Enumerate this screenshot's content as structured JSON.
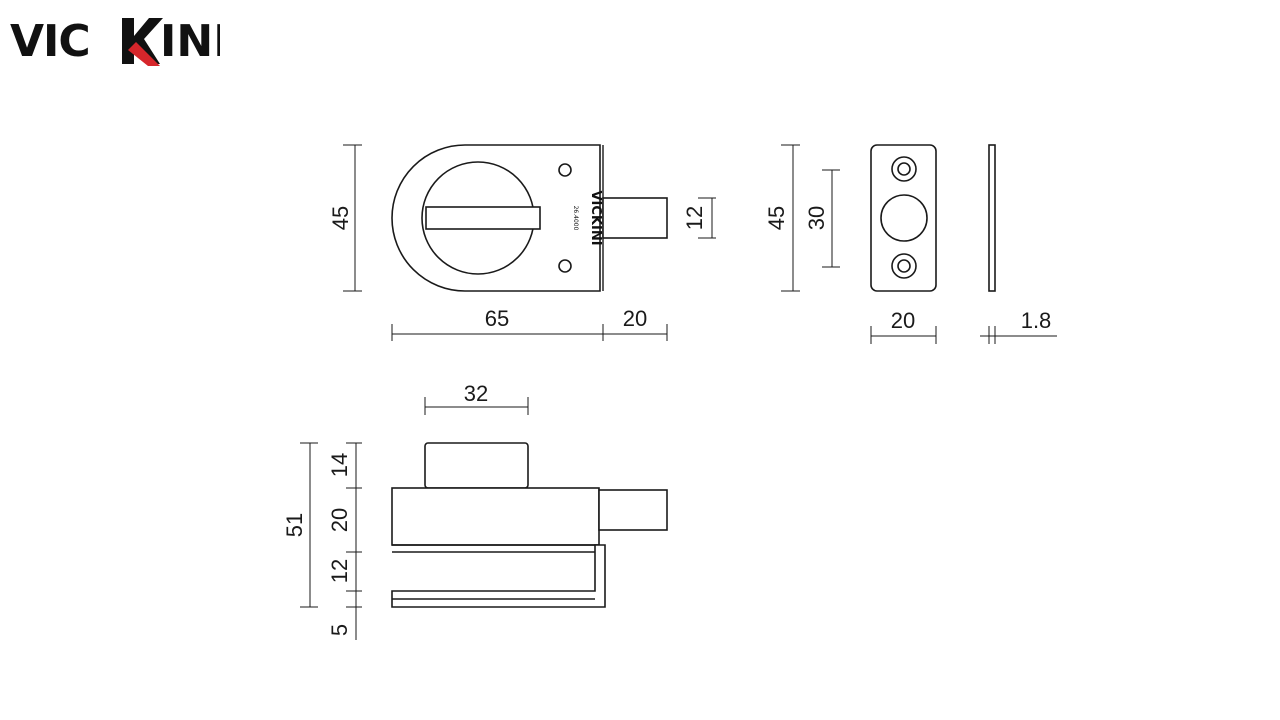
{
  "brand": {
    "name": "VICKINI",
    "color_primary": "#111111",
    "color_accent": "#d6262b"
  },
  "plate_stamp": {
    "brand": "VICKINI",
    "model": "26.4000"
  },
  "dimensions": {
    "front_height": "45",
    "front_width": "65",
    "bolt_length": "20",
    "bolt_height": "12",
    "strike_height": "45",
    "strike_hole_spacing": "30",
    "strike_width": "20",
    "strike_thickness": "1.8",
    "knob_width": "32",
    "side_total_height": "51",
    "side_knob_height": "14",
    "side_body_height": "20",
    "side_glass_gap": "12",
    "side_base_height": "5"
  }
}
